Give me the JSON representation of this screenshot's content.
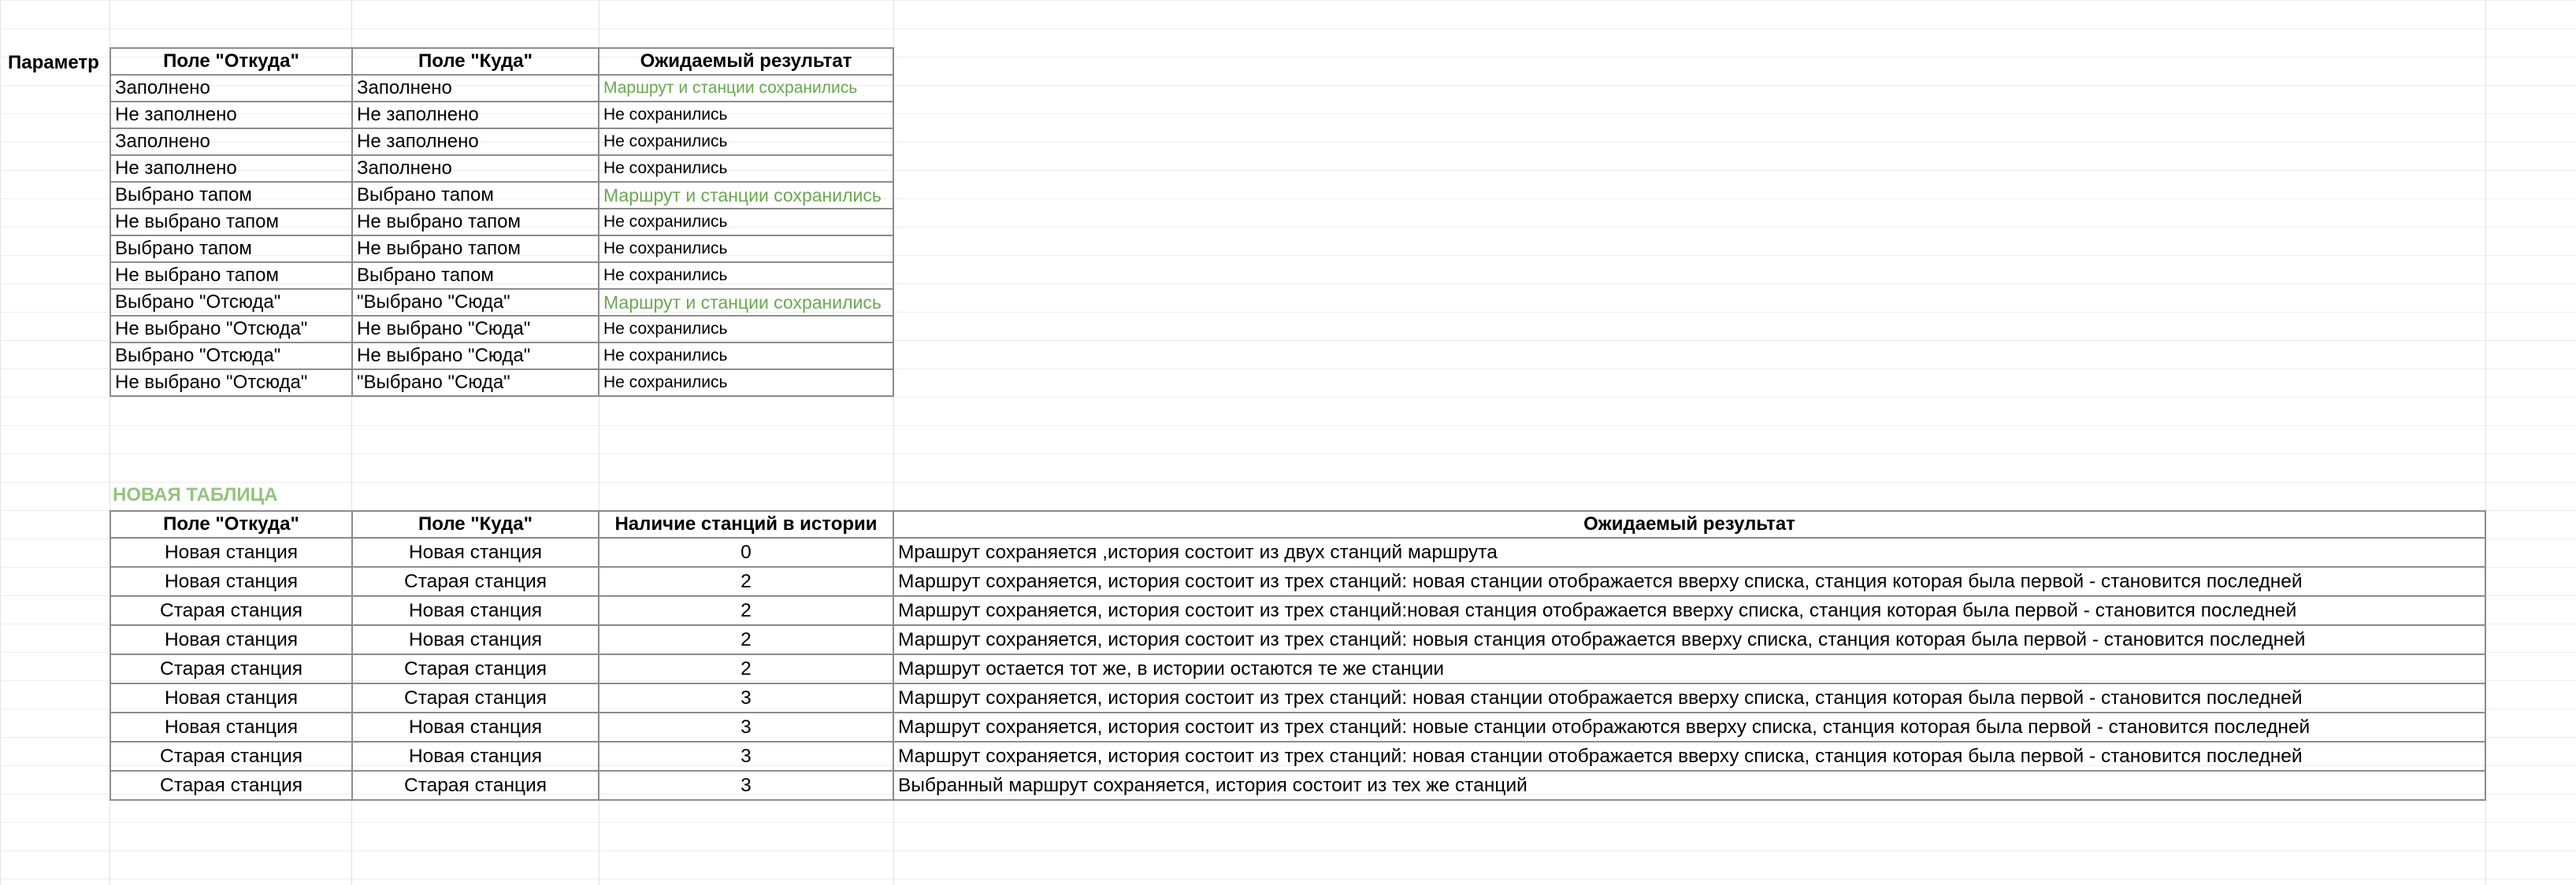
{
  "param_label": "Параметр",
  "table1": {
    "headers": [
      "Поле \"Откуда\"",
      "Поле \"Куда\"",
      "Ожидаемый результат"
    ],
    "rows": [
      {
        "from": "Заполнено",
        "to": "Заполнено",
        "result": "Маршрут и станции сохранились",
        "green": true,
        "big": false
      },
      {
        "from": "Не заполнено",
        "to": "Не заполнено",
        "result": "Не сохранились",
        "green": false,
        "big": false
      },
      {
        "from": "Заполнено",
        "to": "Не заполнено",
        "result": "Не сохранились",
        "green": false,
        "big": false
      },
      {
        "from": "Не заполнено",
        "to": "Заполнено",
        "result": "Не сохранились",
        "green": false,
        "big": false
      },
      {
        "from": "Выбрано тапом",
        "to": "Выбрано тапом",
        "result": "Маршрут и станции сохранились",
        "green": true,
        "big": true
      },
      {
        "from": "Не выбрано тапом",
        "to": "Не выбрано тапом",
        "result": "Не сохранились",
        "green": false,
        "big": false
      },
      {
        "from": "Выбрано тапом",
        "to": "Не выбрано тапом",
        "result": "Не сохранились",
        "green": false,
        "big": false
      },
      {
        "from": "Не выбрано тапом",
        "to": "Выбрано тапом",
        "result": "Не сохранились",
        "green": false,
        "big": false
      },
      {
        "from": "Выбрано \"Отсюда\"",
        "to": "\"Выбрано \"Сюда\"",
        "result": "Маршрут и станции сохранились",
        "green": true,
        "big": true
      },
      {
        "from": "Не выбрано \"Отсюда\"",
        "to": "Не выбрано \"Сюда\"",
        "result": "Не сохранились",
        "green": false,
        "big": false
      },
      {
        "from": "Выбрано \"Отсюда\"",
        "to": "Не выбрано \"Сюда\"",
        "result": "Не сохранились",
        "green": false,
        "big": false
      },
      {
        "from": "Не выбрано \"Отсюда\"",
        "to": "\"Выбрано \"Сюда\"",
        "result": "Не сохранились",
        "green": false,
        "big": false
      }
    ]
  },
  "section_title": "НОВАЯ ТАБЛИЦА",
  "table2": {
    "headers": [
      "Поле \"Откуда\"",
      "Поле \"Куда\"",
      "Наличие станций в истории",
      "Ожидаемый результат"
    ],
    "rows": [
      {
        "from": "Новая станция",
        "to": "Новая станция",
        "count": "0",
        "result": "Мрашрут сохраняется ,история состоит из двух  станций маршрута"
      },
      {
        "from": "Новая станция",
        "to": "Старая станция",
        "count": "2",
        "result": "Маршрут сохраняется, история состоит из трех станций: новая станции отображается вверху списка, станция  которая была первой - становится последней"
      },
      {
        "from": "Старая станция",
        "to": "Новая станция",
        "count": "2",
        "result": "Маршрут сохраняется, история состоит из трех станций:новая станция отображается вверху списка, станция  которая была первой - становится последней"
      },
      {
        "from": "Новая станция",
        "to": "Новая станция",
        "count": "2",
        "result": "Маршрут сохраняется, история состоит из трех станций: новыя станция отображается вверху списка, станция которая была первой - становится последней"
      },
      {
        "from": "Старая станция",
        "to": "Старая станция",
        "count": "2",
        "result": "Маршрут остается тот же, в истории остаются те же станции"
      },
      {
        "from": "Новая станция",
        "to": "Старая станция",
        "count": "3",
        "result": "Маршрут сохраняется, история состоит из трех станций: новая станции отображается вверху списка, станция  которая была первой - становится последней"
      },
      {
        "from": "Новая станция",
        "to": "Новая станция",
        "count": "3",
        "result": "Маршрут сохраняется, история состоит из трех станций: новые станции отображаются вверху списка, станция которая была первой - становится последней"
      },
      {
        "from": "Старая станция",
        "to": "Новая станция",
        "count": "3",
        "result": "Маршрут сохраняется, история состоит из трех станций: новая станции отображается вверху списка, станция  которая была первой - становится последней"
      },
      {
        "from": "Старая станция",
        "to": "Старая станция",
        "count": "3",
        "result": "Выбранный маршрут сохраняется, история состоит из тех же станций"
      }
    ]
  },
  "colors": {
    "result_green": "#6aa84f",
    "section_title": "#93c47d",
    "table_border": "#8c8c8c",
    "gridline": "#e6e6e6"
  }
}
